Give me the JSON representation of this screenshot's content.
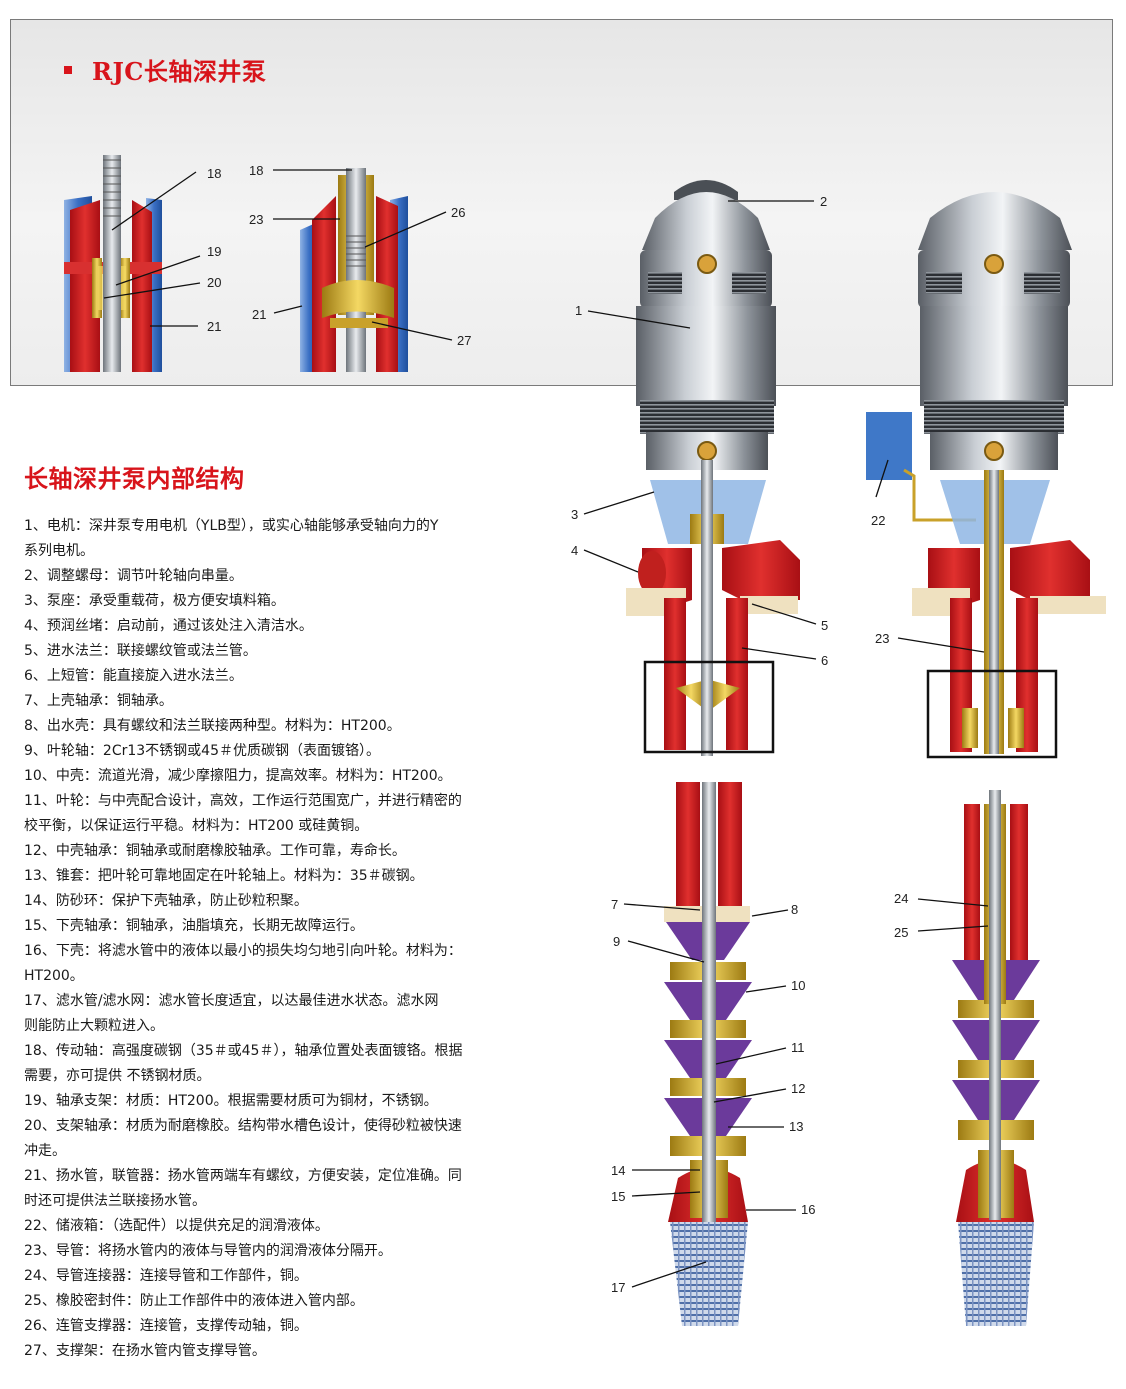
{
  "header": {
    "title": "RJC长轴深井泵"
  },
  "section": {
    "heading": "长轴深井泵内部结构"
  },
  "items": [
    {
      "text": "1、电机：深井泵专用电机（YLB型），或实心轴能够承受轴向力的Y"
    },
    {
      "text": "系列电机。"
    },
    {
      "text": "2、调整螺母：调节叶轮轴向串量。"
    },
    {
      "text": "3、泵座：承受重载荷，极方便安填料箱。"
    },
    {
      "text": "4、预润丝堵：启动前，通过该处注入清洁水。"
    },
    {
      "text": "5、进水法兰：联接螺纹管或法兰管。"
    },
    {
      "text": "6、上短管：能直接旋入进水法兰。"
    },
    {
      "text": "7、上壳轴承：铜轴承。"
    },
    {
      "text": "8、出水壳：具有螺纹和法兰联接两种型。材料为：HT200。"
    },
    {
      "text": "9、叶轮轴：2Cr13不锈钢或45＃优质碳钢（表面镀铬）。"
    },
    {
      "text": "10、中壳：流道光滑，减少摩擦阻力，提高效率。材料为：HT200。"
    },
    {
      "text": "11、叶轮：与中壳配合设计，高效，工作运行范围宽广，并进行精密的"
    },
    {
      "text": "校平衡，以保证运行平稳。材料为：HT200 或硅黄铜。"
    },
    {
      "text": "12、中壳轴承：铜轴承或耐磨橡胶轴承。工作可靠，寿命长。"
    },
    {
      "text": "13、锥套：把叶轮可靠地固定在叶轮轴上。材料为：35＃碳钢。"
    },
    {
      "text": "14、防砂环：保护下壳轴承，防止砂粒积聚。"
    },
    {
      "text": "15、下壳轴承：铜轴承，油脂填充，长期无故障运行。"
    },
    {
      "text": "16、下壳：将滤水管中的液体以最小的损失均匀地引向叶轮。材料为："
    },
    {
      "text": "HT200。"
    },
    {
      "text": "17、滤水管/滤水网：滤水管长度适宜，以达最佳进水状态。滤水网"
    },
    {
      "text": "则能防止大颗粒进入。"
    },
    {
      "text": "18、传动轴：高强度碳钢（35＃或45＃），轴承位置处表面镀铬。根据"
    },
    {
      "text": "需要，亦可提供 不锈钢材质。"
    },
    {
      "text": "19、轴承支架：材质：HT200。根据需要材质可为铜材，不锈钢。"
    },
    {
      "text": "20、支架轴承：材质为耐磨橡胶。结构带水槽色设计，使得砂粒被快速"
    },
    {
      "text": "冲走。"
    },
    {
      "text": "21、扬水管，联管器：扬水管两端车有螺纹，方便安装，定位准确。同"
    },
    {
      "text": "时还可提供法兰联接扬水管。"
    },
    {
      "text": "22、储液箱：（选配件）以提供充足的润滑液体。"
    },
    {
      "text": "23、导管：将扬水管内的液体与导管内的润滑液体分隔开。"
    },
    {
      "text": "24、导管连接器：连接导管和工作部件，铜。"
    },
    {
      "text": "25、橡胶密封件：防止工作部件中的液体进入管内部。"
    },
    {
      "text": "26、连管支撑器：连接管，支撑传动轴，铜。"
    },
    {
      "text": "27、支撑架：在扬水管内管支撑导管。"
    }
  ],
  "callouts": {
    "n1": "1",
    "n2": "2",
    "n3": "3",
    "n4": "4",
    "n5": "5",
    "n6": "6",
    "n7": "7",
    "n8": "8",
    "n9": "9",
    "n10": "10",
    "n11": "11",
    "n12": "12",
    "n13": "13",
    "n14": "14",
    "n15": "15",
    "n16": "16",
    "n17": "17",
    "n18": "18",
    "n18b": "18",
    "n19": "19",
    "n20": "20",
    "n21": "21",
    "n21b": "21",
    "n22": "22",
    "n23": "23",
    "n23b": "23",
    "n24": "24",
    "n25": "25",
    "n26": "26",
    "n27": "27"
  },
  "colors": {
    "accent_red": "#d8141b",
    "casing_red": "#d42424",
    "pipe_blue": "#3a6fc4",
    "brass_yellow": "#e9c234",
    "impeller_purple": "#6b3a9b",
    "motor_gray": "#8a8f96"
  }
}
